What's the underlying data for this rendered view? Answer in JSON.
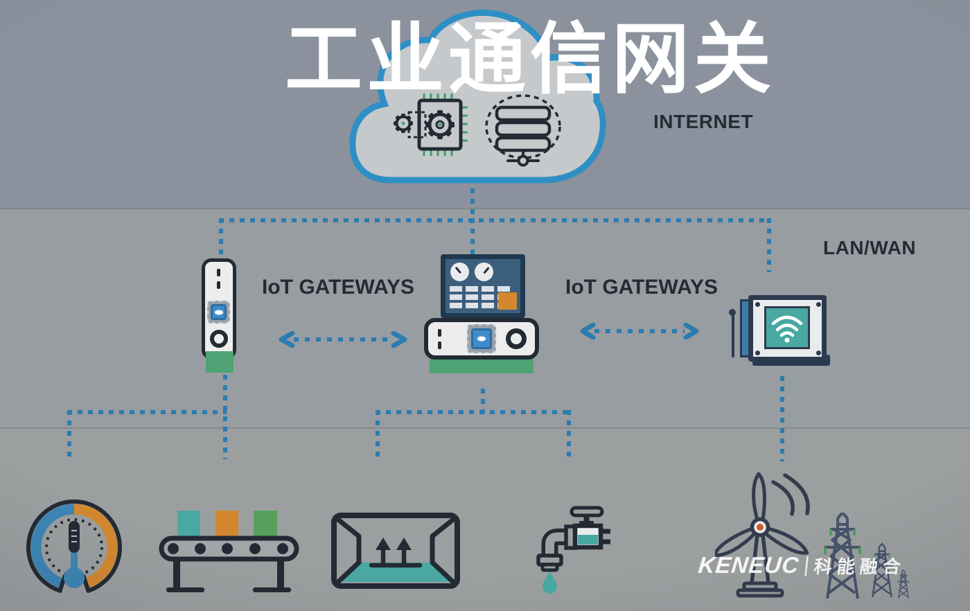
{
  "title": "工业通信网关",
  "top": {
    "internet_label": "INTERNET"
  },
  "middle": {
    "iot_gateways_left_label": "IoT GATEWAYS",
    "iot_gateways_right_label": "IoT GATEWAYS",
    "lan_wan_label": "LAN/WAN"
  },
  "logo": {
    "brand": "KENEUC",
    "divider": "|",
    "chinese": "科能融合"
  },
  "icon_names": {
    "cloud": "internet-cloud-icon",
    "cloud_chip": "chip-gears-icon",
    "cloud_server": "server-stack-icon",
    "left_device": "serial-gateway-device-icon",
    "center_panel": "hmi-panel-icon",
    "center_device": "rack-gateway-device-icon",
    "right_device": "wifi-module-icon",
    "arrows": "bidirectional-dashed-arrow-icon",
    "endpoints": [
      "gauge-thermometer-icon",
      "conveyor-belt-icon",
      "package-box-icon",
      "water-valve-icon",
      "wind-turbine-icon",
      "transmission-towers-icon"
    ]
  },
  "colors": {
    "bg_top": "#8b929d",
    "bg_mid": "#989da1",
    "bg_bottom": "#9c9fa0",
    "line_blue": "#2b7cb0",
    "cloud_stroke": "#2e8fc4",
    "cloud_fill": "#c6c9cc",
    "dark_outline": "#232a33",
    "device_navy": "#2b3a4e",
    "device_face": "#ededee",
    "teal": "#49a8a1",
    "green": "#4fa273",
    "orange": "#d3882f",
    "hub_orange": "#cc5f2a",
    "chip_blue": "#3f8cc9",
    "gauge_blue": "#3d86b5",
    "label_dark": "#252b34",
    "screen_blue": "#3c5f7e",
    "panel_frame": "#20384f",
    "cell_light": "#dde2e6",
    "title_white": "#ffffff"
  }
}
